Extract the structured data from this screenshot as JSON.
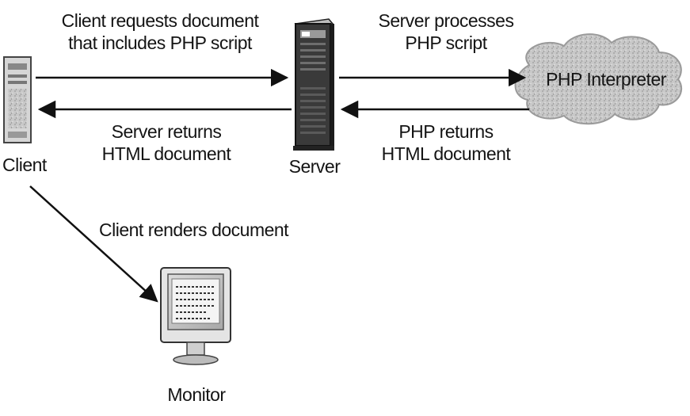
{
  "arrows": {
    "request": "Client requests document that includes PHP script",
    "request_line1": "Client requests document",
    "request_line2": "that includes PHP script",
    "process_line1": "Server processes",
    "process_line2": "PHP script",
    "server_return_line1": "Server returns",
    "server_return_line2": "HTML document",
    "php_return_line1": "PHP returns",
    "php_return_line2": "HTML document",
    "render": "Client renders document"
  },
  "nodes": {
    "client": "Client",
    "server": "Server",
    "interpreter": "PHP Interpreter",
    "monitor": "Monitor"
  },
  "colors": {
    "line": "#111111",
    "cloud": "#c9c9c9",
    "server_body": "#3a3a3a"
  }
}
